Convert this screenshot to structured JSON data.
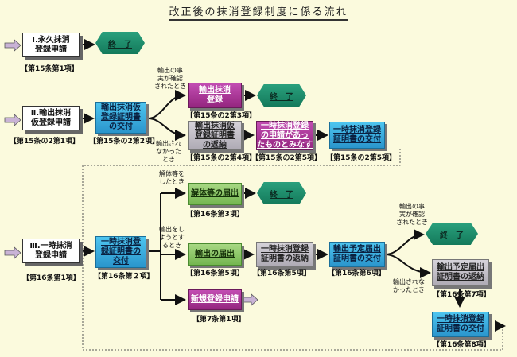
{
  "title": "改正後の抹消登録制度に係る流れ",
  "section1": {
    "start": "Ⅰ.永久抹消\n登録申請",
    "start_ref": "【第15条第1項】",
    "end": "終　了"
  },
  "section2": {
    "start": "Ⅱ.輸出抹消\n仮登録申請",
    "start_ref": "【第15条の2第1項】",
    "cert": "輸出抹消仮\n登録証明書\nの交付",
    "cert_ref": "【第15条の2第2項】",
    "note_confirmed": "輸出の事\n実が確認\nされたとき",
    "note_not_exported": "輸出され\nなかった\nとき",
    "export_dereg": "輸出抹消\n登録",
    "export_dereg_ref": "【第15条の2第3項】",
    "end": "終　了",
    "return": "輸出抹消仮\n登録証明書\nの返納",
    "return_ref": "【第15条の2第4項】",
    "deemed": "一時抹消登録\nの申請があっ\nたものとみなす",
    "deemed_ref": "【第15条の2第5項】",
    "temp_cert": "一時抹消登録\n証明書の交付",
    "temp_cert_ref": "【第15条の2第5項】"
  },
  "section3": {
    "start": "Ⅲ.一時抹消\n登録申請",
    "start_ref": "【第16条第1項】",
    "cert": "一時抹消登\n録証明書の\n交付",
    "cert_ref": "【第16条第２項】",
    "note_dismantle": "解体等を\nしたとき",
    "note_export": "輸出をし\nようとす\nるとき",
    "dismantle": "解体等の届出",
    "dismantle_ref": "【第16条第3項】",
    "end1": "終　了",
    "export_notice": "輸出の届出",
    "export_notice_ref": "【第16条第5項】",
    "cert_return": "一時抹消登録\n証明書の返納",
    "cert_return_ref": "【第16条第5項】",
    "planned_cert": "輸出予定届出\n証明書の交付",
    "planned_cert_ref": "【第16条第6項】",
    "note_confirmed": "輸出の事\n実が確認\nされたとき",
    "note_not_exported": "輸出されな\nかったとき",
    "end2": "終　了",
    "planned_return": "輸出予定届出\n証明書の返納",
    "planned_return_ref": "【第16条第7項】",
    "new_reg": "新規登録申請",
    "new_reg_ref": "【第7条第1項】",
    "final_cert": "一時抹消登録\n証明書の交付",
    "final_cert_ref": "【第16条第8項】"
  }
}
